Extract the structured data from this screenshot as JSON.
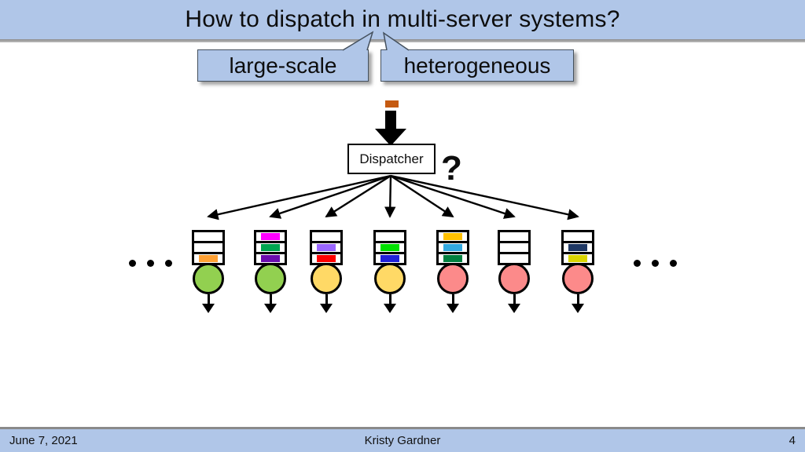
{
  "slide": {
    "title": "How to dispatch in multi-server systems?",
    "callout_left": "large-scale",
    "callout_right": "heterogeneous",
    "dispatcher_label": "Dispatcher",
    "question_mark": "?",
    "footer_date": "June 7, 2021",
    "footer_author": "Kristy Gardner",
    "footer_page": "4"
  },
  "diagram": {
    "incoming_job_color": "#C55A11",
    "queues": [
      {
        "jobs": [
          null,
          null,
          "#FFA033"
        ],
        "server_color": "#92D050"
      },
      {
        "jobs": [
          "#FF00FF",
          "#00A550",
          "#6A0DAD"
        ],
        "server_color": "#92D050"
      },
      {
        "jobs": [
          null,
          "#9966FF",
          "#FF0000"
        ],
        "server_color": "#FFD966"
      },
      {
        "jobs": [
          null,
          "#00E000",
          "#2020D8"
        ],
        "server_color": "#FFD966"
      },
      {
        "jobs": [
          "#FFC000",
          "#33A9E0",
          "#008040"
        ],
        "server_color": "#FC8A8A"
      },
      {
        "jobs": [
          null,
          null,
          null
        ],
        "server_color": "#FC8A8A"
      },
      {
        "jobs": [
          null,
          "#1F3864",
          "#D9D400"
        ],
        "server_color": "#FC8A8A"
      }
    ]
  },
  "theme": {
    "banner_blue": "#B0C6E8",
    "line_gray": "#8A8A8A",
    "ink": "#000000"
  }
}
